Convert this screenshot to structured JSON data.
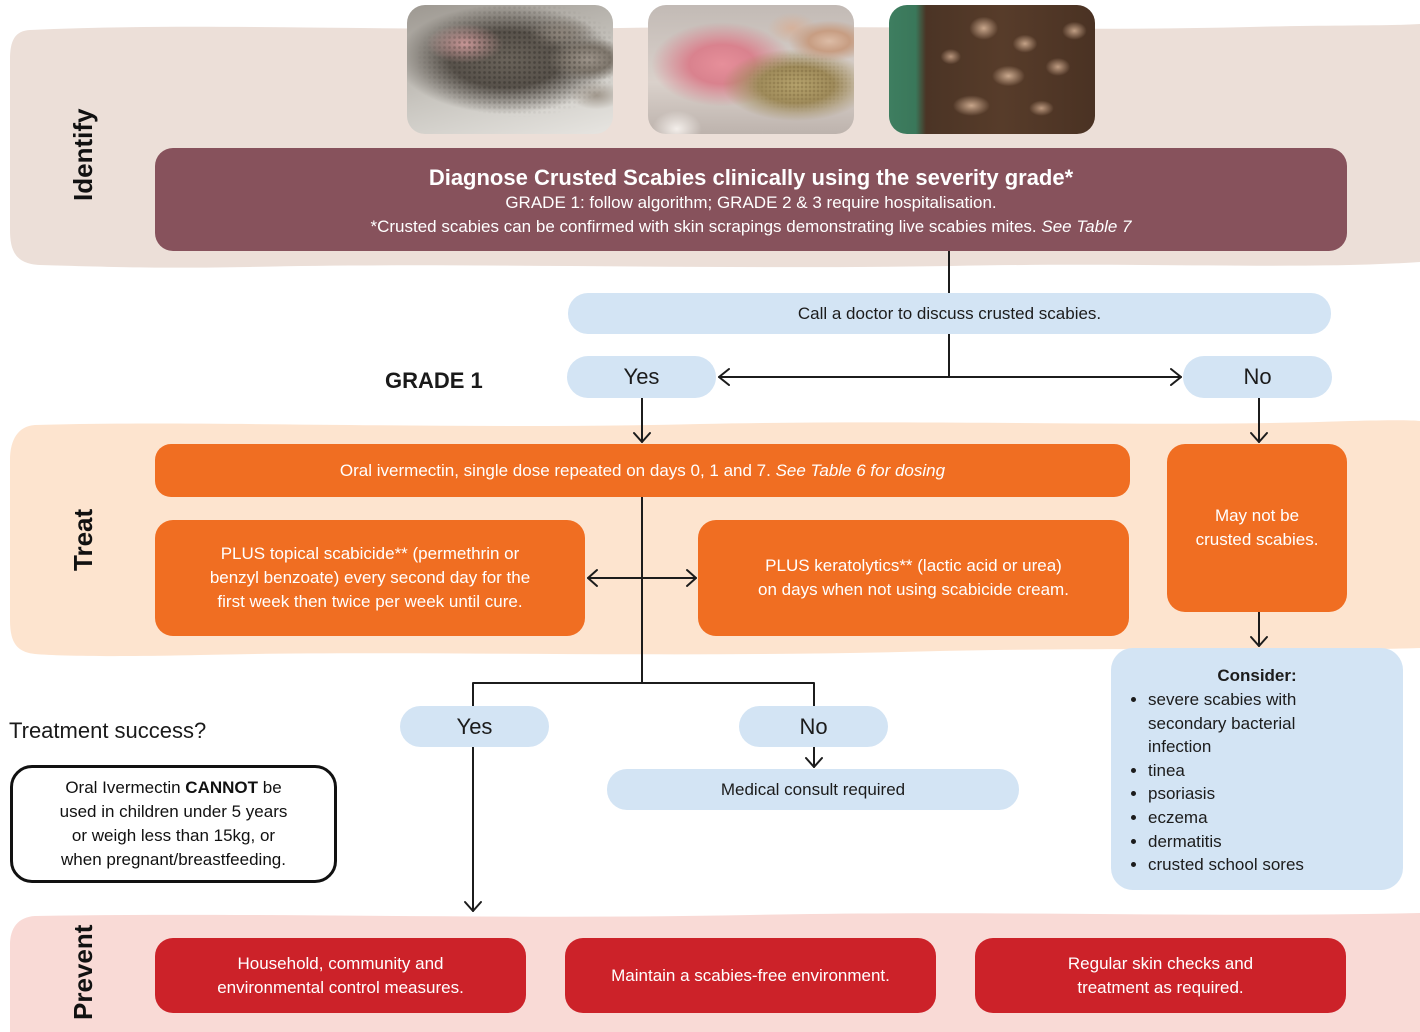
{
  "labels": {
    "identify": "Identify",
    "treat": "Treat",
    "prevent": "Prevent"
  },
  "identify": {
    "title": "Diagnose Crusted Scabies clinically using the severity grade*",
    "grade_note": "GRADE 1: follow algorithm; GRADE 2 & 3 require hospitalisation.",
    "footnote": "*Crusted scabies can be confirmed with skin scrapings demonstrating live scabies mites.",
    "footnote_ref": "See Table 7"
  },
  "call_doctor": "Call a doctor to discuss crusted scabies.",
  "grade1_label": "GRADE 1",
  "decision_grade": {
    "yes": "Yes",
    "no": "No"
  },
  "treat": {
    "ivermectin": "Oral ivermectin, single dose repeated on days 0, 1 and 7.",
    "ivermectin_ref": "See Table 6 for dosing",
    "topical": "PLUS topical scabicide** (permethrin or\nbenzyl benzoate) every second day for the\nfirst week then twice per week until cure.",
    "keratolytics": "PLUS keratolytics** (lactic acid or urea)\non days when not using scabicide cream.",
    "not_crusted": "May not be\ncrusted scabies."
  },
  "consider": {
    "title": "Consider:",
    "items": [
      "severe scabies with\nsecondary bacterial\ninfection",
      "tinea",
      "psoriasis",
      "eczema",
      "dermatitis",
      "crusted school sores"
    ]
  },
  "treatment_success": {
    "question": "Treatment success?",
    "yes": "Yes",
    "no": "No"
  },
  "medical_consult": "Medical consult required",
  "warning": {
    "lead": "Oral Ivermectin",
    "emphasis": "CANNOT",
    "rest": "be\nused in children under 5 years\nor weigh less than 15kg, or\nwhen pregnant/breastfeeding."
  },
  "prevent": {
    "items": [
      "Household, community and\nenvironmental control measures.",
      "Maintain a scabies-free environment.",
      "Regular skin checks and\ntreatment as required."
    ]
  },
  "colors": {
    "identify_band": "#ecdfd8",
    "identify_box": "#87525c",
    "treat_band": "#fde4cf",
    "treat_box": "#f06e22",
    "prevent_band": "#f9dad6",
    "prevent_box": "#cc2229",
    "info_box": "#d3e4f4"
  }
}
